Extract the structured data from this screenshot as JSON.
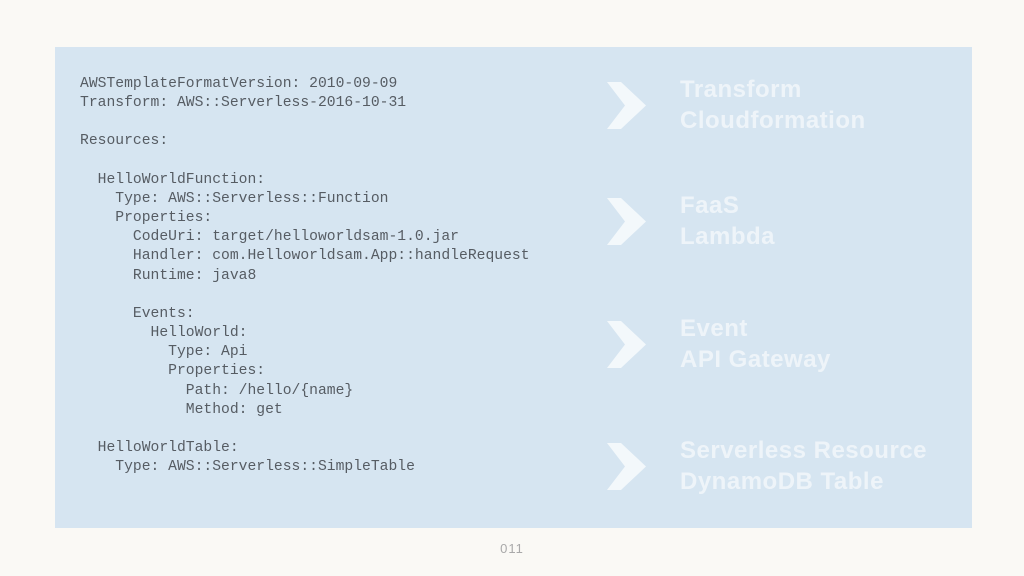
{
  "colors": {
    "outer_bg": "#faf9f5",
    "slide_bg": "#d6e5f1",
    "code_text": "#565c63",
    "label_text": "#eef4f9",
    "chevron": "#f3f8fb",
    "page_number": "#a9a9a9"
  },
  "code": {
    "language": "yaml",
    "text": "AWSTemplateFormatVersion: 2010-09-09\nTransform: AWS::Serverless-2016-10-31\n\nResources:\n\n  HelloWorldFunction:\n    Type: AWS::Serverless::Function\n    Properties:\n      CodeUri: target/helloworldsam-1.0.jar\n      Handler: com.Helloworldsam.App::handleRequest\n      Runtime: java8\n\n      Events:\n        HelloWorld:\n          Type: Api\n          Properties:\n            Path: /hello/{name}\n            Method: get\n\n  HelloWorldTable:\n    Type: AWS::Serverless::SimpleTable"
  },
  "annotations": [
    {
      "line1": "Transform",
      "line2": "Cloudformation"
    },
    {
      "line1": "FaaS",
      "line2": "Lambda"
    },
    {
      "line1": "Event",
      "line2": "API Gateway"
    },
    {
      "line1": "Serverless Resource",
      "line2": "DynamoDB Table"
    }
  ],
  "page": {
    "number": "011"
  }
}
